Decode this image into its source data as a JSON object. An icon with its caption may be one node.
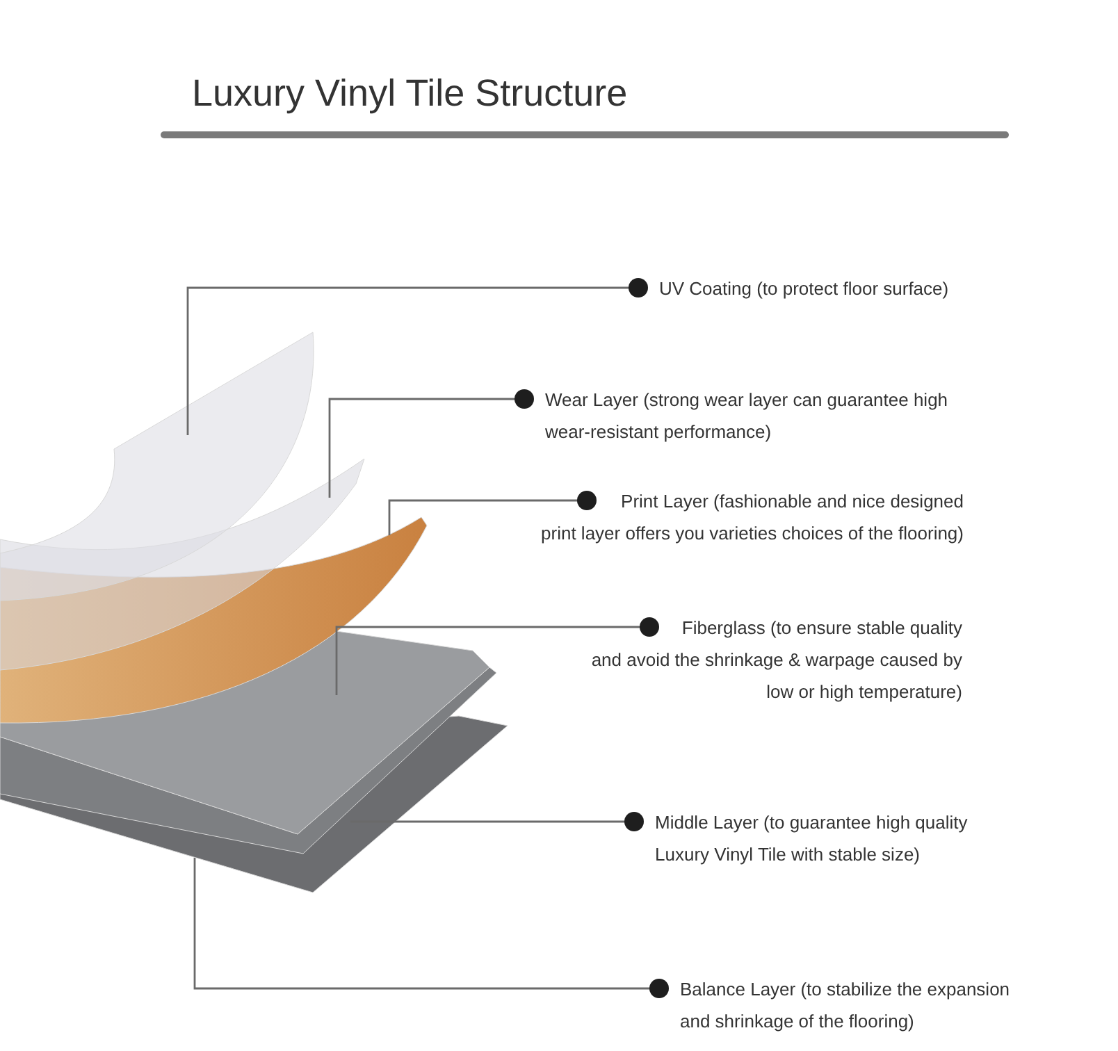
{
  "diagram": {
    "title": "Luxury Vinyl Tile Structure",
    "nodes": [
      {
        "text": [
          "UV Coating (to protect floor surface)"
        ]
      },
      {
        "text": [
          "Wear Layer (strong wear layer can guarantee high wear-resistant performance)"
        ]
      },
      {
        "text": [
          "Print Layer (fashionable and nice designed print layer offers you varieties choices of the flooring)"
        ]
      },
      {
        "text": [
          "Fiberglass (to ensure stable quality and avoid the shrinkage & warpage caused by low or high temperature)"
        ]
      },
      {
        "text": [
          "Middle Layer (to guarantee high quality Luxury Vinyl Tile with stable size)"
        ]
      },
      {
        "text": [
          "Balance Layer (to stabilize the expansion and shrinkage of the flooring)"
        ]
      },
      {
        "text": [],
        "shape": "picture"
      },
      {
        "text": [],
        "shape": "picture"
      },
      {
        "text": [],
        "shape": "picture"
      },
      {
        "text": [],
        "shape": "picture"
      },
      {
        "text": [],
        "shape": "picture"
      },
      {
        "text": [],
        "shape": "picture"
      }
    ],
    "edges": [
      {
        "from": 0,
        "to": 6,
        "arrow": "other"
      },
      {
        "from": 1,
        "to": 7,
        "arrow": "other"
      },
      {
        "from": 2,
        "to": 8,
        "arrow": "other"
      },
      {
        "from": 3,
        "to": 9,
        "arrow": "other"
      },
      {
        "from": 4,
        "to": 10,
        "arrow": "other"
      },
      {
        "from": 5,
        "to": 11,
        "arrow": "other"
      }
    ]
  }
}
